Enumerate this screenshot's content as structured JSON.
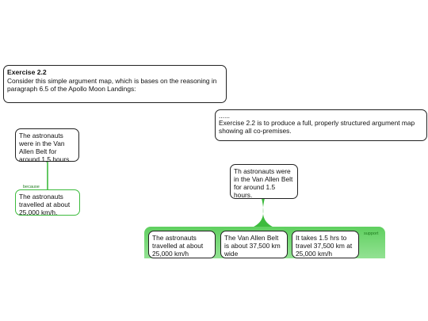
{
  "exercise": {
    "title": "Exercise 2.2",
    "body": "Consider this simple argument map, which is bases on the reasoning in paragraph 6.5 of the Apollo Moon Landings:"
  },
  "instructions": {
    "ellipsis": "......",
    "body": "Exercise 2.2 is to produce a full, properly structured argument map showing all co-premises."
  },
  "left_map": {
    "claim": "The astronauts were in the Van Allen Belt for around 1,5 hours.",
    "link_label": "because",
    "reason": "The astronauts travelled at about 25,000 km/h."
  },
  "right_map": {
    "claim": "Th astronauts were in the Van Allen Belt for around 1.5 hours.",
    "link_label": "support",
    "premises": [
      "The astronauts travelled at about 25,000 km/h",
      "The Van Allen Belt is about 37,500 km wide",
      "It takes 1.5 hrs to travel 37,500 km at 25,000 km/h"
    ]
  },
  "colors": {
    "link_green": "#3dbb3d",
    "box_border": "#222222"
  }
}
